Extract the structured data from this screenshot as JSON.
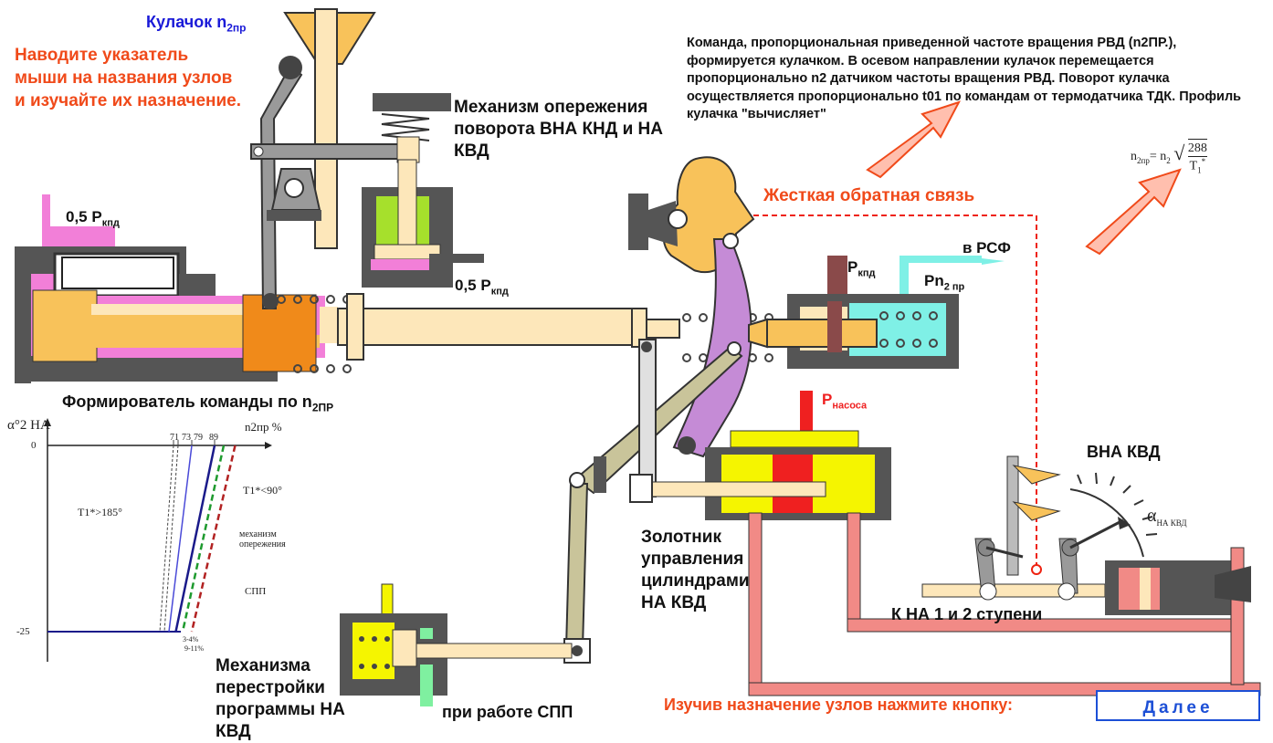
{
  "labels": {
    "cam": "Кулачок n",
    "cam_sub": "2пр",
    "intro": "Наводите указатель мыши на названия узлов и изучайте их назначение.",
    "advance_mech": "Механизм опережения поворота ВНА КНД и НА КВД",
    "p_half_left": "0,5 Р",
    "p_half_left_sub": "кпд",
    "p_half_mid": "0,5 Р",
    "p_half_mid_sub": "кпд",
    "former": "Формирователь команды по n",
    "former_sub": "2ПР",
    "rigid_feedback": "Жесткая обратная связь",
    "to_rsf": "в РСФ",
    "p_kpd": "Р",
    "p_kpd_sub": "кпд",
    "pn2": "Рn",
    "pn2_sub": "2 пр",
    "p_pump": "Р",
    "p_pump_sub": "насоса",
    "vna_kvd": "ВНА КВД",
    "spool": "Золотник управления цилиндрами НА КВД",
    "to_na": "К НА 1 и 2 ступени",
    "reprog": "Механизма перестройки программы НА КВД",
    "spp_mode": "при работе СПП",
    "study_hint": "Изучив назначение узлов нажмите кнопку:",
    "next_button": "Далее",
    "alpha_na_kvd": "α",
    "alpha_na_kvd_sub": "НА КВД"
  },
  "description": "Команда, пропорциональная приведенной частоте вращения РВД (n2ПР.), формируется кулачком. В осевом направлении кулачок перемещается пропорционально n2 датчиком частоты вращения РВД. Поворот кулачка осуществляется пропорционально t01 по командам от термодатчика ТДК. Профиль кулачка \"вычисляет\"",
  "formula": {
    "lhs": "n",
    "lhs_sub": "2пр",
    "eq": "= n",
    "rhs_sub": "2",
    "num": "288",
    "den": "T",
    "den_sub": "1",
    "den_sup": "*"
  },
  "chart_data": {
    "type": "line",
    "ylabel": "α°2 НА",
    "xlabel": "n2пр %",
    "y_ticks": [
      "0",
      "-25"
    ],
    "x_ticks": [
      "71",
      "73",
      "79",
      "89"
    ],
    "annotations": [
      "Т1*>185°",
      "Т1*<90°",
      "механизм опережения",
      "СПП",
      "3-4%",
      "9-11%"
    ],
    "series": [
      {
        "name": "Т1*>185°",
        "points": [
          [
            71,
            0
          ],
          [
            65,
            -25
          ]
        ]
      },
      {
        "name": "",
        "points": [
          [
            73,
            0
          ],
          [
            67,
            -25
          ]
        ]
      },
      {
        "name": "",
        "points": [
          [
            79,
            0
          ],
          [
            69,
            -25
          ]
        ]
      },
      {
        "name": "Т1*<90°",
        "points": [
          [
            89,
            0
          ],
          [
            72,
            -25
          ]
        ]
      },
      {
        "name": "механизм опережения",
        "points": [
          [
            93,
            0
          ],
          [
            75,
            -25
          ]
        ]
      },
      {
        "name": "СПП",
        "points": [
          [
            98,
            0
          ],
          [
            79,
            -25
          ]
        ]
      }
    ]
  },
  "colors": {
    "pink": "#f27fd8",
    "orange": "#f8c25a",
    "cream": "#fde7ba",
    "gray": "#707070",
    "yellow": "#f5f500",
    "red": "#ef2020",
    "cyan": "#7ff0e6",
    "green": "#a6e02c",
    "salmon": "#f18a86",
    "lavender": "#c58bd6",
    "olive": "#c9c49a",
    "accent_red": "#f04a1a",
    "button_blue": "#1c4fd6"
  }
}
